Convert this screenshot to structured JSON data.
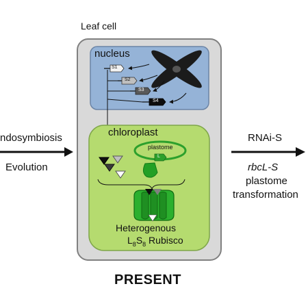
{
  "cell_label": "Leaf cell",
  "nucleus_label": "nucleus",
  "genes": [
    "S1",
    "S2",
    "S3",
    "S4"
  ],
  "chloroplast_label": "chloroplast",
  "plastome_label": "plastome",
  "plastome_gene": "L",
  "rubisco": {
    "line1": "Heterogenous",
    "line2_prefix": "L",
    "line2_sub1": "8",
    "line2_mid": "S",
    "line2_sub2": "8",
    "line2_suffix": " Rubisco"
  },
  "left_labels": [
    "ndosymbiosis",
    "Evolution"
  ],
  "right_labels": [
    "RNAi-S",
    "rbcL-S",
    "plastome",
    "transformation"
  ],
  "footer": "PRESENT",
  "colors": {
    "cell_fill": "#d9d9d9",
    "nucleus_fill": "#95b3d7",
    "chloroplast_fill": "#b5db6f",
    "rubisco_green": "#22a025",
    "chromosome": "#1b1b1b"
  }
}
